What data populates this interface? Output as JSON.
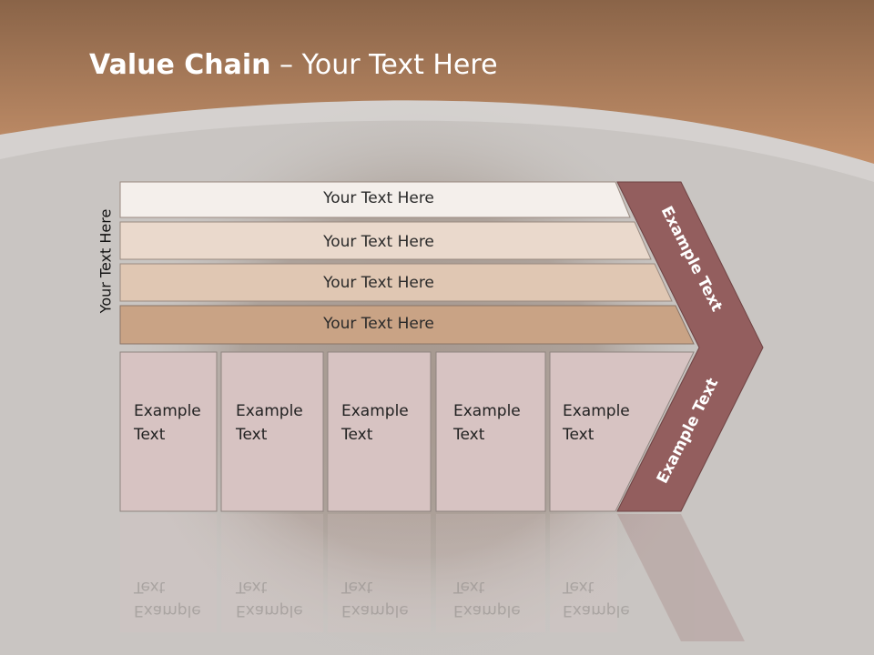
{
  "slide": {
    "title_bold": "Value Chain",
    "title_rest": " – Your Text Here",
    "side_label": "Your Text Here"
  },
  "support_bars": [
    {
      "label": "Your Text Here",
      "color": "#f4efeb"
    },
    {
      "label": "Your Text Here",
      "color": "#ead9cc"
    },
    {
      "label": "Your Text Here",
      "color": "#e0c7b3"
    },
    {
      "label": "Your Text Here",
      "color": "#c9a385"
    }
  ],
  "primary_boxes": [
    {
      "line1": "Example",
      "line2": "Text"
    },
    {
      "line1": "Example",
      "line2": "Text"
    },
    {
      "line1": "Example",
      "line2": "Text"
    },
    {
      "line1": "Example",
      "line2": "Text"
    },
    {
      "line1": "Example",
      "line2": "Text"
    }
  ],
  "margin_arrow": {
    "upper_label": "Example Text",
    "lower_label": "Example Text",
    "color": "#935e5e"
  },
  "colors": {
    "header": "#a87a5a",
    "box_fill": "#d7c3c2",
    "background": "#c9c5c2"
  }
}
